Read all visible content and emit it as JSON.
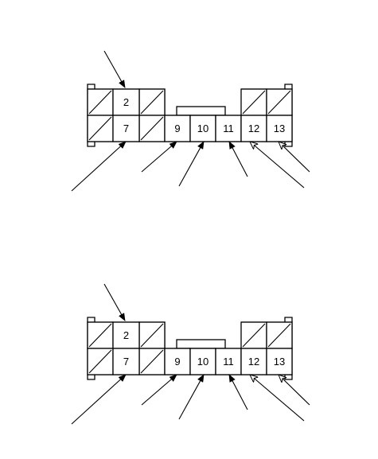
{
  "connectors": [
    {
      "id": "upper",
      "pins": [
        {
          "label": "2"
        },
        {
          "label": "7"
        },
        {
          "label": "9"
        },
        {
          "label": "10"
        },
        {
          "label": "11"
        },
        {
          "label": "12"
        },
        {
          "label": "13"
        }
      ]
    },
    {
      "id": "lower",
      "pins": [
        {
          "label": "2"
        },
        {
          "label": "7"
        },
        {
          "label": "9"
        },
        {
          "label": "10"
        },
        {
          "label": "11"
        },
        {
          "label": "12"
        },
        {
          "label": "13"
        }
      ]
    }
  ]
}
